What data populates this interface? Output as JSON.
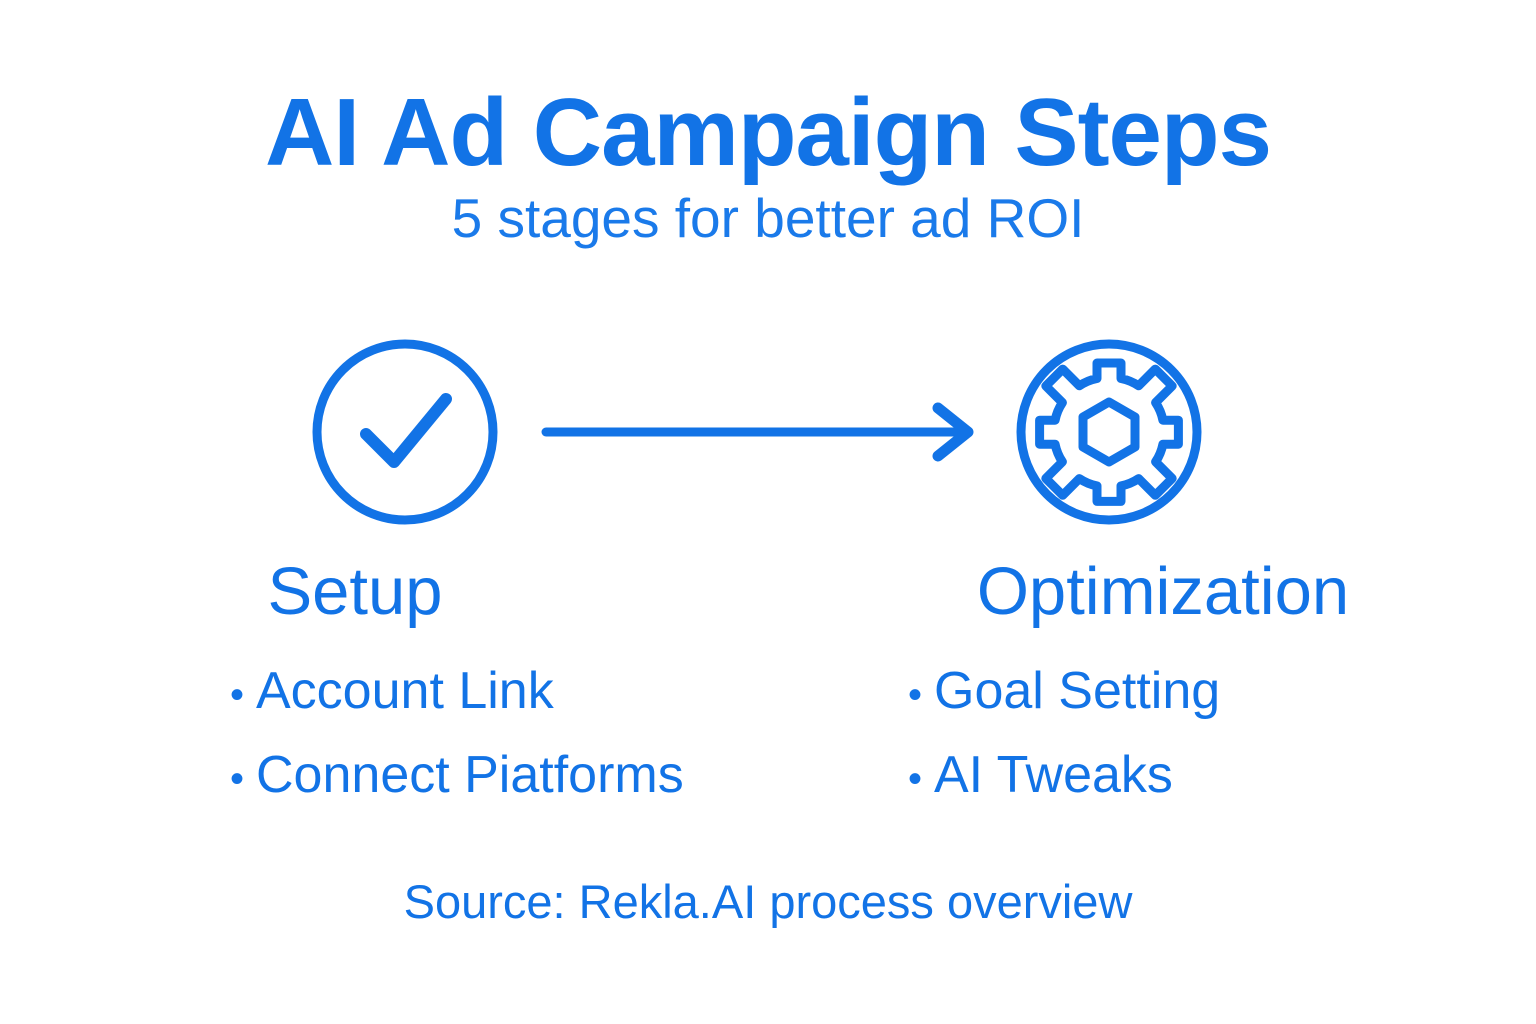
{
  "header": {
    "title": "AI Ad Campaign Steps",
    "subtitle": "5 stages for better ad ROI"
  },
  "flow": {
    "left_icon": "check-circle-icon",
    "arrow_icon": "arrow-right-icon",
    "right_icon": "gear-circle-icon"
  },
  "columns": [
    {
      "icon": "check-circle-icon",
      "heading": "Setup",
      "bullet_marker": "•",
      "items": [
        "Account Link",
        "Connect Piatforms"
      ]
    },
    {
      "icon": "gear-circle-icon",
      "heading": "Optimization",
      "bullet_marker": "•",
      "items": [
        "Goal Setting",
        "AI Tweaks"
      ]
    }
  ],
  "footer": {
    "source": "Source: Rekla.AI process overview"
  },
  "colors": {
    "background": "#FFFFFF",
    "primary_blue": "#1273E6",
    "subtitle_blue": "#1A7AEA"
  }
}
